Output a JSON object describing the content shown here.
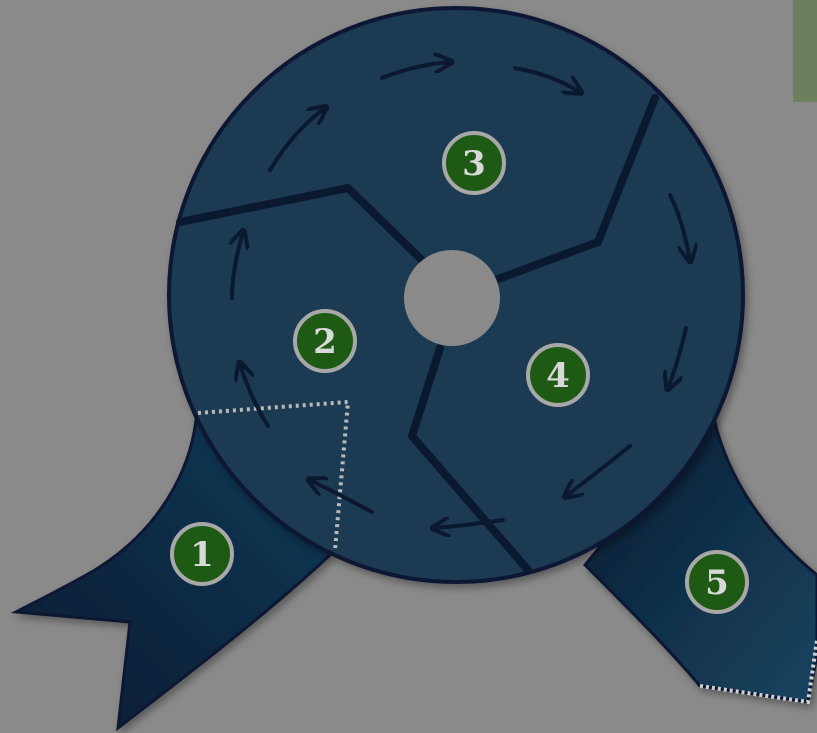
{
  "colors": {
    "background": "#8a8a8a",
    "disc_fill": "#1a3a52",
    "ribbon_fill": "#0c2a44",
    "outline": "#0a1830",
    "badge_fill": "#1f5a14",
    "badge_ring": "#a8a8a8",
    "badge_text": "#d9d9d9",
    "dotted_line": "#b9b9b9",
    "corner_block": "#6e7f5e",
    "hub": "#8a8a8a"
  },
  "badges": [
    {
      "id": "badge-1",
      "label": "1"
    },
    {
      "id": "badge-2",
      "label": "2"
    },
    {
      "id": "badge-3",
      "label": "3"
    },
    {
      "id": "badge-4",
      "label": "4"
    },
    {
      "id": "badge-5",
      "label": "5"
    }
  ],
  "flow_direction": "clockwise"
}
